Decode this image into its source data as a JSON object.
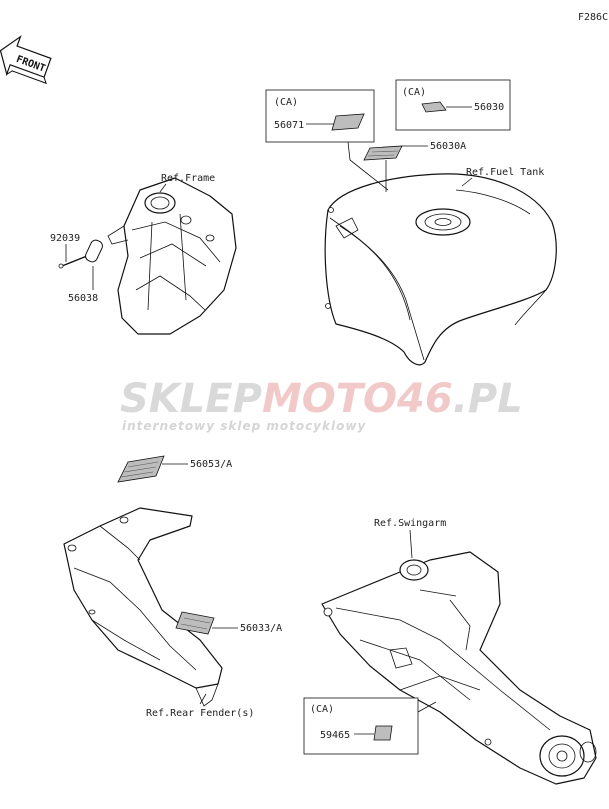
{
  "diagram_code": "F286C",
  "front_label": "FRONT",
  "watermark": {
    "part1": "SKLEP",
    "part2": "MOTO",
    "part3": "46",
    "part4": ".PL",
    "tagline": "internetowy sklep motocyklowy"
  },
  "frame": {
    "ref": "Ref.Frame",
    "parts": [
      "92039",
      "56038"
    ]
  },
  "fuel_tank": {
    "ref": "Ref.Fuel Tank",
    "box1": {
      "region": "(CA)",
      "part": "56071"
    },
    "box2": {
      "region": "(CA)",
      "part": "56030"
    },
    "part": "56030A"
  },
  "rear_fender": {
    "ref": "Ref.Rear Fender(s)",
    "parts": [
      "56053/A",
      "56033/A"
    ]
  },
  "swingarm": {
    "ref": "Ref.Swingarm",
    "box": {
      "region": "(CA)",
      "part": "59465"
    }
  }
}
